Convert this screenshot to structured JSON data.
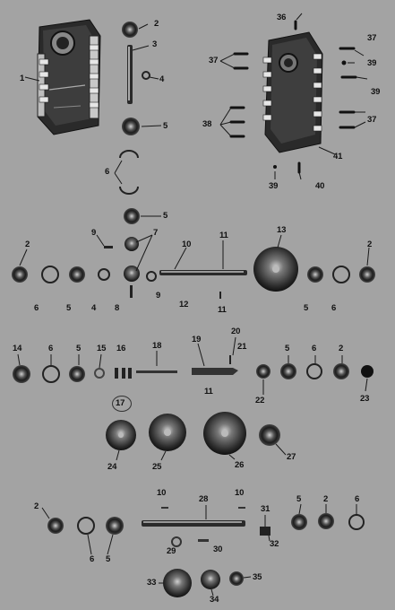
{
  "figure": {
    "part_numbers": {
      "p1": "1",
      "p2a": "2",
      "p2b": "2",
      "p2c": "2",
      "p2d": "2",
      "p2e": "2",
      "p2f": "2",
      "p3": "3",
      "p4a": "4",
      "p4b": "4",
      "p5a": "5",
      "p5b": "5",
      "p5c": "5",
      "p5d": "5",
      "p5e": "5",
      "p5f": "5",
      "p5g": "5",
      "p5h": "5",
      "p6a": "6",
      "p6b": "6",
      "p6c": "6",
      "p6d": "6",
      "p6e": "6",
      "p6f": "6",
      "p6g": "6",
      "p7": "7",
      "p8": "8",
      "p9a": "9",
      "p9b": "9",
      "p10a": "10",
      "p10b": "10",
      "p10c": "10",
      "p11a": "11",
      "p11b": "11",
      "p11c": "11",
      "p12": "12",
      "p13": "13",
      "p14": "14",
      "p15": "15",
      "p16": "16",
      "p17": "17",
      "p18": "18",
      "p19": "19",
      "p20": "20",
      "p21": "21",
      "p22": "22",
      "p23": "23",
      "p24": "24",
      "p25": "25",
      "p26": "26",
      "p27": "27",
      "p28": "28",
      "p29": "29",
      "p30": "30",
      "p31": "31",
      "p32": "32",
      "p33": "33",
      "p34": "34",
      "p35": "35",
      "p36": "36",
      "p37a": "37",
      "p37b": "37",
      "p37c": "37",
      "p38": "38",
      "p39a": "39",
      "p39b": "39",
      "p40": "40",
      "p41": "41"
    }
  }
}
